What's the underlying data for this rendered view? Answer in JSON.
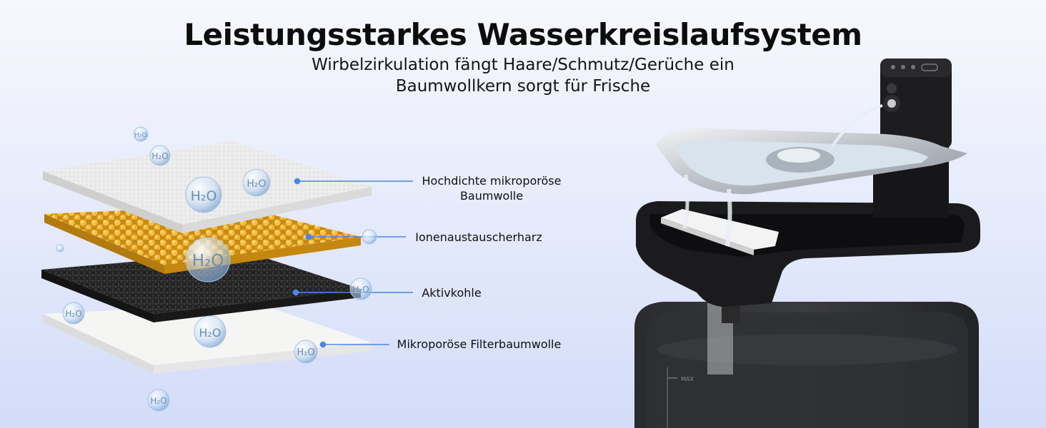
{
  "header": {
    "title": "Leistungsstarkes Wasserkreislaufsystem",
    "subtitle_line1": "Wirbelzirkulation fängt Haare/Schmutz/Gerüche ein",
    "subtitle_line2": "Baumwollkern sorgt für Frische"
  },
  "filter_layers": [
    {
      "line1": "Hochdichte mikroporöse",
      "line2": "Baumwolle"
    },
    {
      "line1": "Ionenaustauscherharz"
    },
    {
      "line1": "Aktivkohle"
    },
    {
      "line1": "Mikroporöse Filterbaumwolle"
    }
  ],
  "bubble_label": "H₂O",
  "tank_marking": "MAX",
  "colors": {
    "accent_blue": "#4a86e8",
    "cotton": "#ececec",
    "resin": "#f0b83a",
    "carbon": "#2a2a2a",
    "device_black": "#1c1c1e",
    "steel": "#cfd3d8"
  }
}
